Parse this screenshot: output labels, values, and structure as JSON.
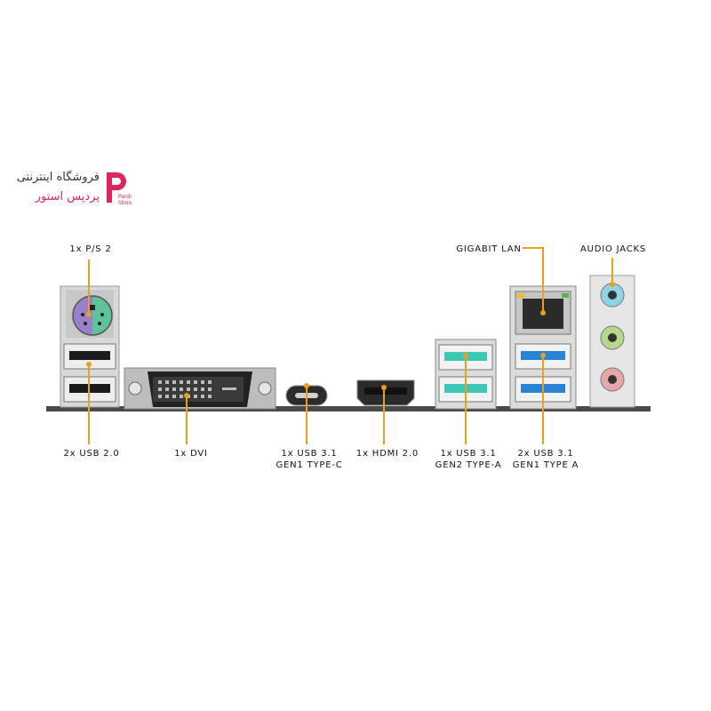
{
  "store": {
    "name": "فروشگاه اینترنتی",
    "subtitle": "پردیس استور",
    "logo_text": "Pardis Store",
    "brand_color": "#e0245e"
  },
  "callout_color": "#e8a11a",
  "labels": {
    "ps2": "1x P/S 2",
    "usb20": "2x USB 2.0",
    "dvi": "1x DVI",
    "typec_line1": "1x USB 3.1",
    "typec_line2": "GEN1 TYPE-C",
    "hdmi": "1x HDMI 2.0",
    "gen2_line1": "1x USB 3.1",
    "gen2_line2": "GEN2 TYPE-A",
    "gen1a_line1": "2x USB 3.1",
    "gen1a_line2": "GEN1 TYPE A",
    "lan": "GIGABIT LAN",
    "audio": "AUDIO JACKS"
  },
  "port_colors": {
    "ps2_purple": "#9b7fcf",
    "ps2_green": "#5fc39a",
    "usb2_tongue": "#1a1a1a",
    "usb31_gen2_tongue": "#3cc8b4",
    "usb31_gen1_tongue": "#2a84d6",
    "audio_blue": "#8fd3e8",
    "audio_green": "#b8d98a",
    "audio_pink": "#e8a7a7"
  }
}
